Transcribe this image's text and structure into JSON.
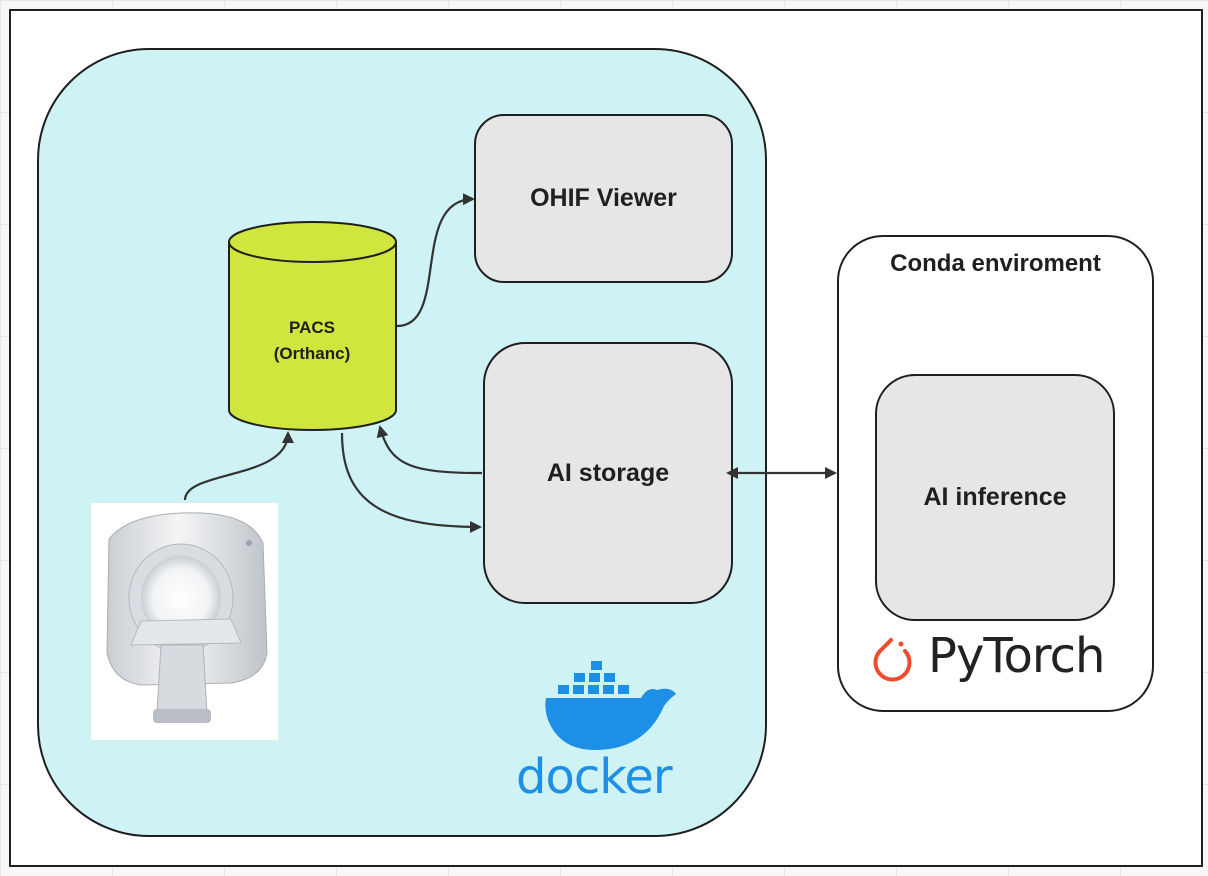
{
  "nodes": {
    "pacs": {
      "line1": "PACS",
      "line2": "(Orthanc)"
    },
    "ohif_viewer": "OHIF Viewer",
    "ai_storage": "AI storage",
    "ai_inference": "AI inference",
    "conda_environment": "Conda enviroment"
  },
  "logos": {
    "docker": "docker",
    "pytorch": "PyTorch"
  },
  "edges": [
    {
      "from": "mri-scanner",
      "to": "pacs",
      "direction": "forward"
    },
    {
      "from": "pacs",
      "to": "ohif_viewer",
      "direction": "forward"
    },
    {
      "from": "pacs",
      "to": "ai_storage",
      "direction": "forward"
    },
    {
      "from": "ai_storage",
      "to": "pacs",
      "direction": "forward"
    },
    {
      "from": "ai_storage",
      "to": "ai_inference",
      "direction": "both"
    }
  ],
  "colors": {
    "docker_container": "#cff3f4",
    "pacs_cylinder": "#d1e53f",
    "node_fill": "#e6e6e6",
    "docker_blue": "#1d8fe6",
    "pytorch_orange": "#ee4c2c"
  },
  "icons": {
    "scanner": "mri-scanner-icon",
    "docker": "docker-whale-icon",
    "pytorch": "pytorch-flame-icon"
  }
}
